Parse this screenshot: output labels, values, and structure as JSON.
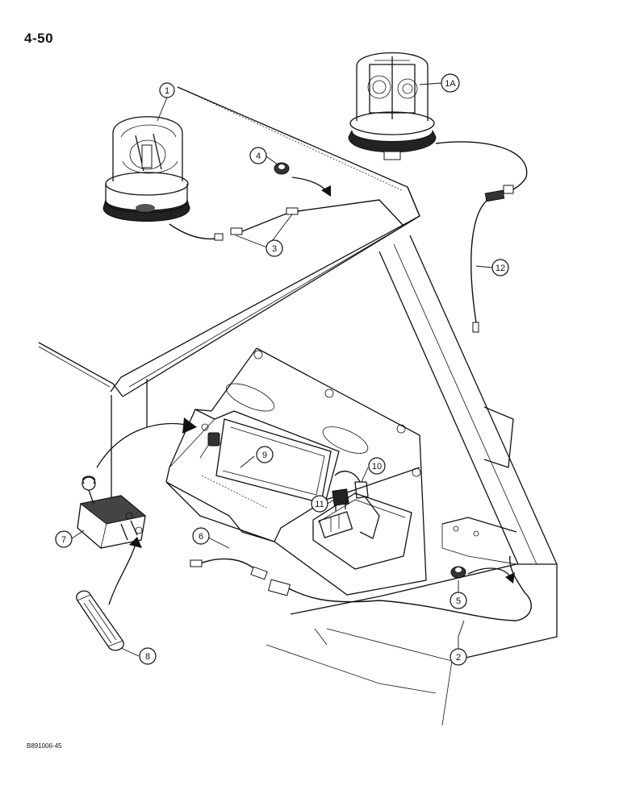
{
  "page": {
    "number": "4-50",
    "drawing_id": "B891006-45"
  },
  "callouts": [
    {
      "id": "c1",
      "label": "1"
    },
    {
      "id": "c1a",
      "label": "1A"
    },
    {
      "id": "c2",
      "label": "2"
    },
    {
      "id": "c3",
      "label": "3"
    },
    {
      "id": "c4",
      "label": "4"
    },
    {
      "id": "c5",
      "label": "5"
    },
    {
      "id": "c6",
      "label": "6"
    },
    {
      "id": "c7",
      "label": "7"
    },
    {
      "id": "c8",
      "label": "8"
    },
    {
      "id": "c9",
      "label": "9"
    },
    {
      "id": "c10",
      "label": "10"
    },
    {
      "id": "c11",
      "label": "11"
    },
    {
      "id": "c12",
      "label": "12"
    }
  ]
}
